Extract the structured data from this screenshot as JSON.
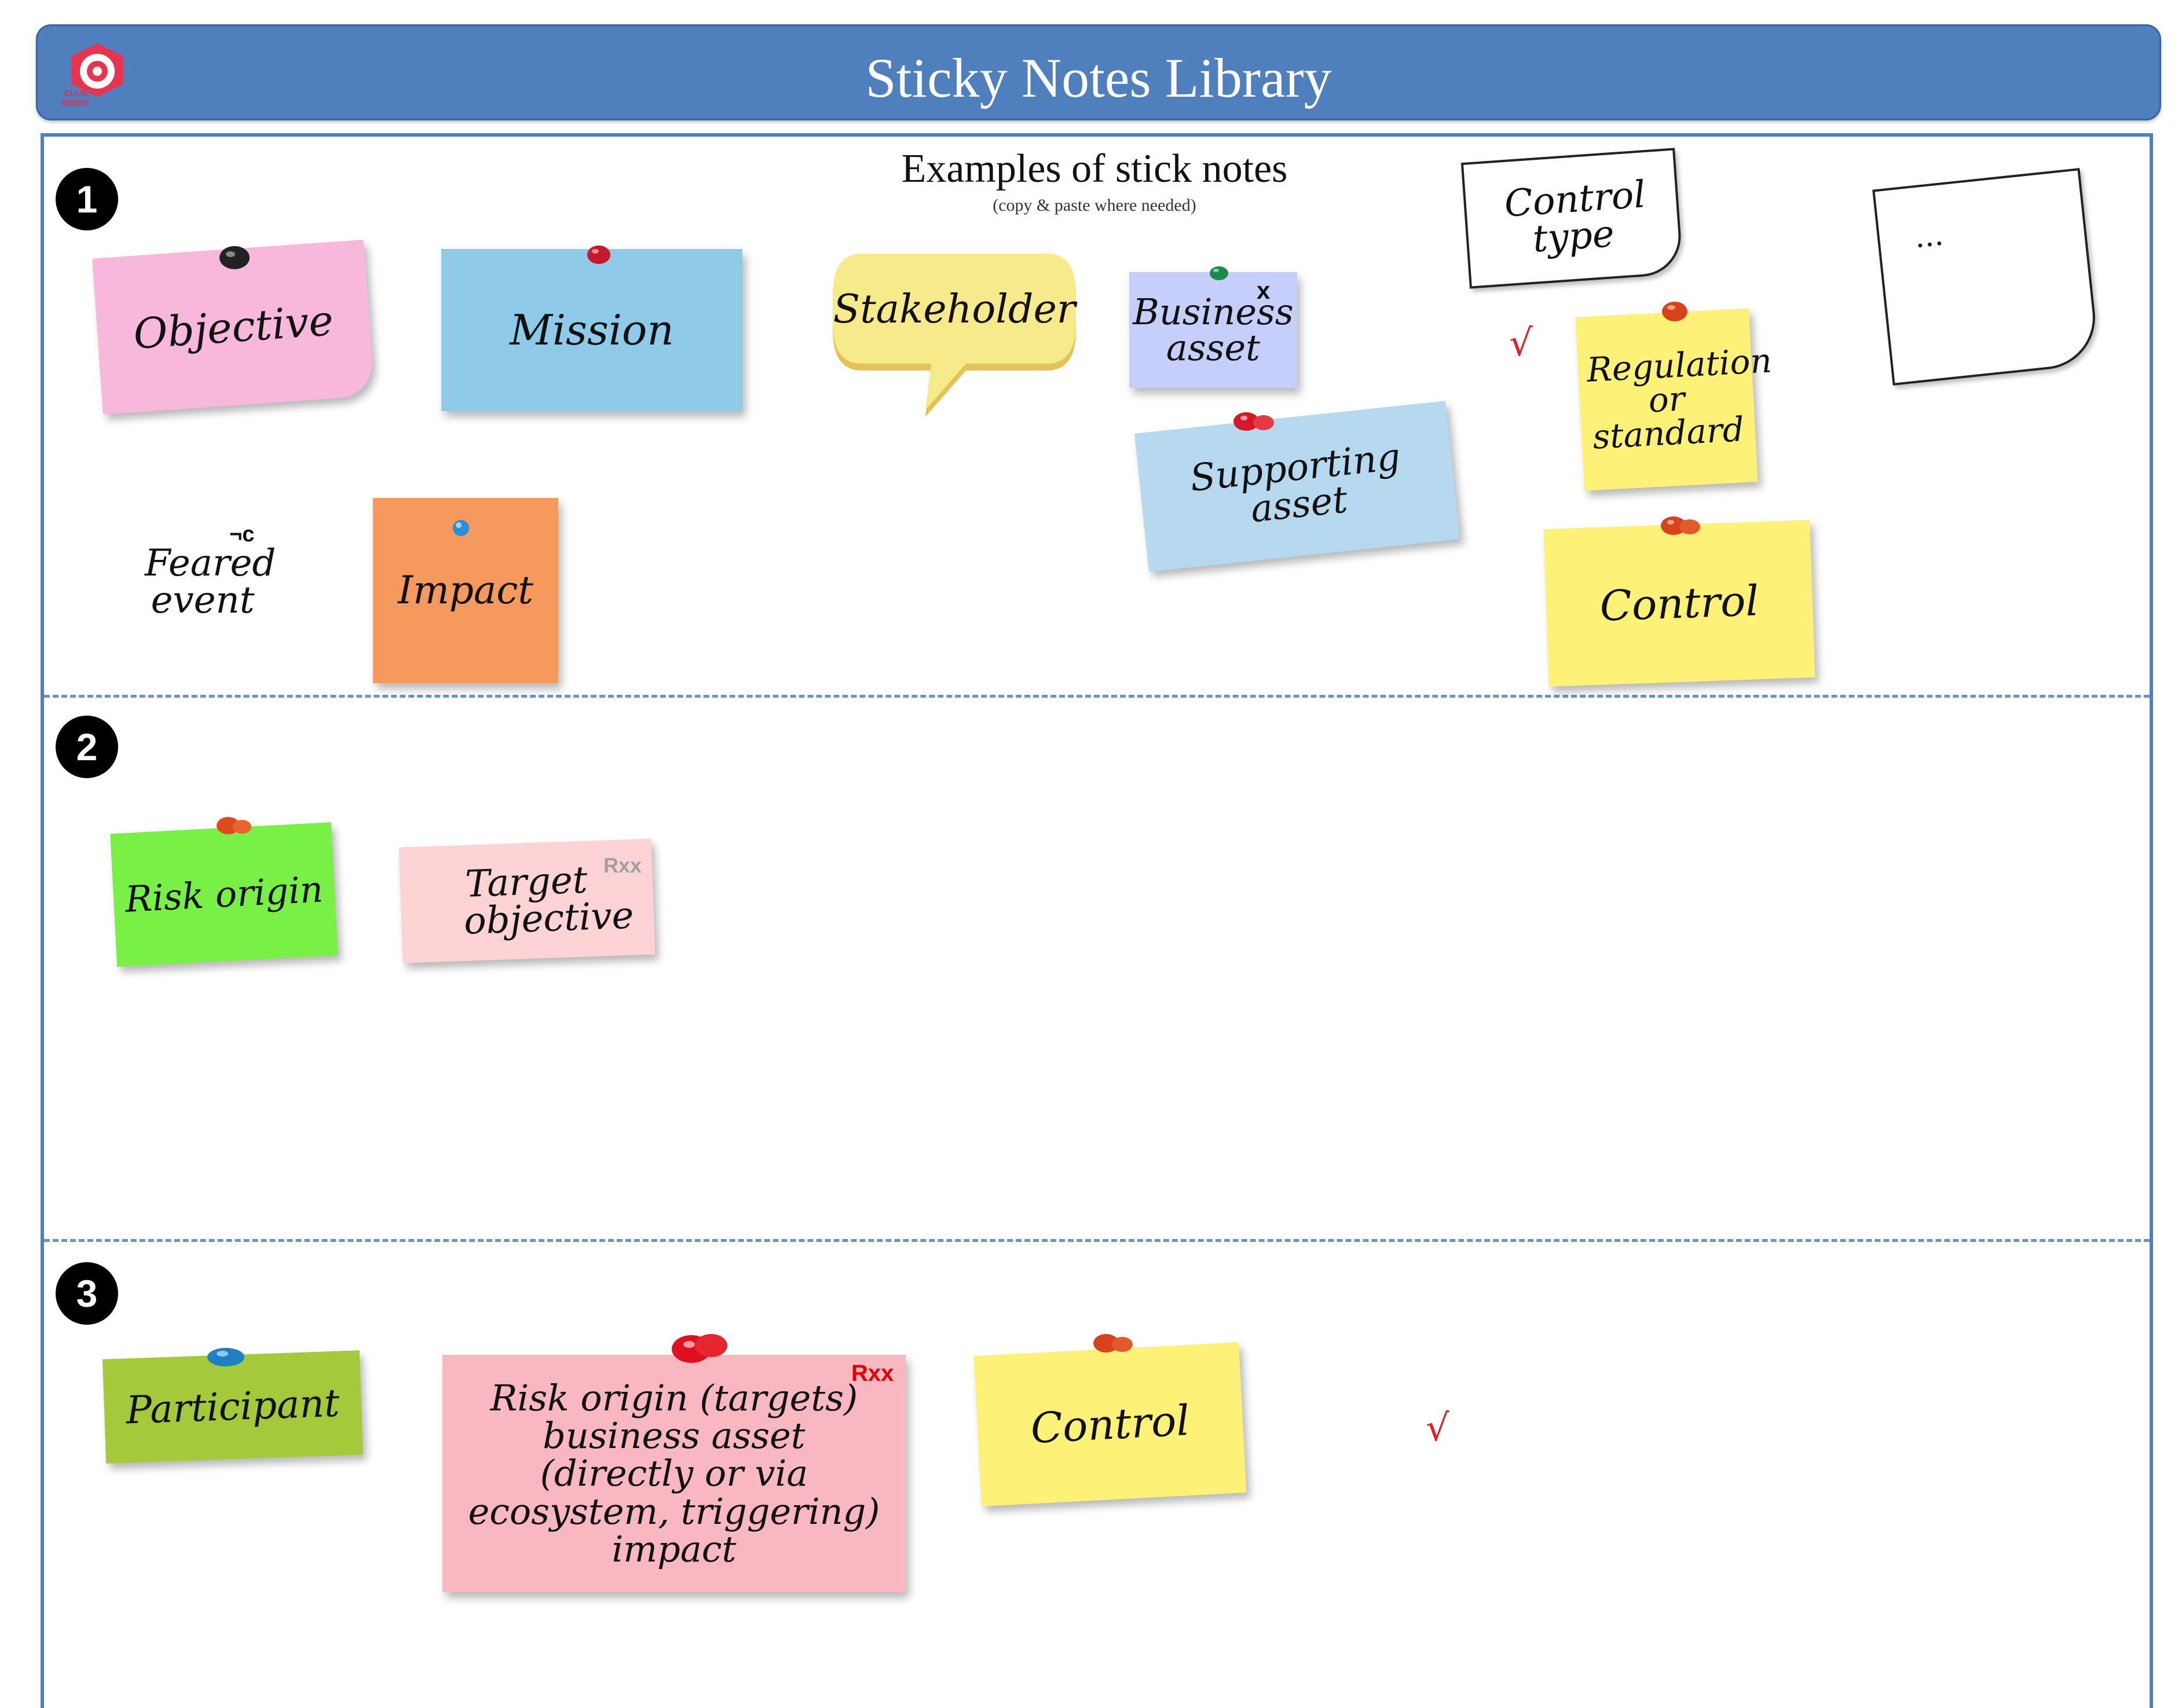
{
  "header": {
    "title": "Sticky Notes Library",
    "logo_text": "CLUB EBIOS"
  },
  "examples": {
    "title": "Examples of stick notes",
    "subtitle": "(copy & paste where needed)"
  },
  "sections": [
    {
      "number": "1"
    },
    {
      "number": "2"
    },
    {
      "number": "3"
    }
  ],
  "notes": {
    "objective": "Objective",
    "mission": "Mission",
    "stakeholder": "Stakeholder",
    "business_asset": "Business asset",
    "business_asset_mark": "x",
    "supporting_asset": "Supporting asset",
    "control_type": "Control type",
    "blank": "...",
    "regulation": "Regulation or standard",
    "control_1": "Control",
    "feared_event": "Feared event",
    "feared_event_mark": "¬c",
    "impact": "Impact",
    "risk_origin": "Risk origin",
    "target_objective": "Target objective",
    "target_objective_tag": "Rxx",
    "participant": "Participant",
    "risk_path": "Risk origin (targets) business asset (directly or via ecosystem, triggering) impact",
    "risk_path_tag": "Rxx",
    "control_3": "Control"
  },
  "marks": {
    "check": "√"
  },
  "colors": {
    "header_bg": "#4f7fbd",
    "frame": "#4f7fbd",
    "pink": "#f8b8dc",
    "blue": "#8fcbe8",
    "light_yellow": "#f7ea8a",
    "lavender": "#c6cffc",
    "pale_blue": "#b7d9ef",
    "yellow": "#fdf277",
    "orange": "#f59a5c",
    "green": "#78f046",
    "light_pink": "#fdd3d5",
    "olive": "#a4c93a",
    "salmon_pink": "#f9b7c1",
    "check": "#e02020"
  }
}
